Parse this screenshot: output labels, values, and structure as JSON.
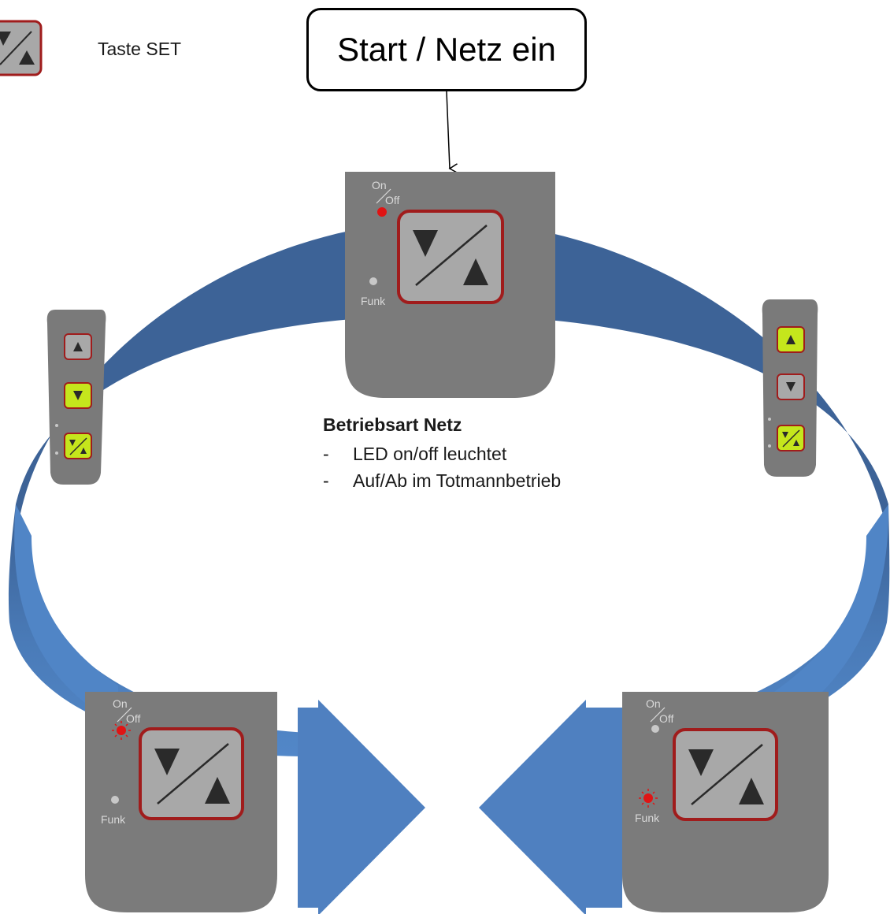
{
  "legend": {
    "icon": "set-key-icon",
    "label": "Taste SET"
  },
  "start_box": {
    "label": "Start / Netz ein"
  },
  "mode": {
    "title": "Betriebsart Netz",
    "items": [
      "LED on/off leuchtet",
      "Auf/Ab im Totmannbetrieb"
    ]
  },
  "panels": {
    "onoff_label_on": "On",
    "onoff_label_off": "Off",
    "funk_label": "Funk"
  },
  "colors": {
    "ring_dark": "#3e6498",
    "ring_light": "#4f82c2",
    "panel_gray": "#7a7a7a",
    "key_gray": "#a8a8a8",
    "key_border": "#a01c1c",
    "led_red": "#e01414",
    "led_off": "#c8c8c8",
    "key_active_green": "#c5e61c"
  }
}
